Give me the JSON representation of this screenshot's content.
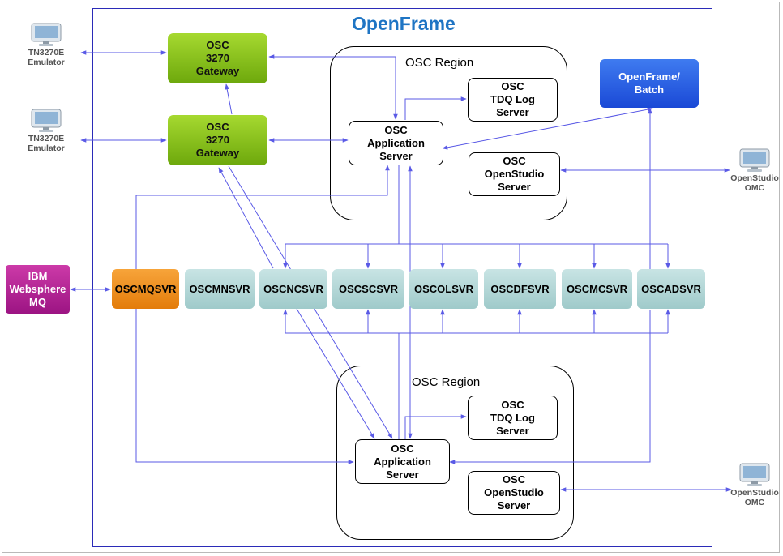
{
  "title": "OpenFrame",
  "region_top": {
    "title": "OSC Region"
  },
  "region_bottom": {
    "title": "OSC Region"
  },
  "gateway_top": "OSC\n3270\nGateway",
  "gateway_mid": "OSC\n3270\nGateway",
  "app_server_top": "OSC\nApplication\nServer",
  "app_server_bottom": "OSC\nApplication\nServer",
  "tdq_top": "OSC\nTDQ Log\nServer",
  "tdq_bottom": "OSC\nTDQ Log\nServer",
  "openstudio_top": "OSC\nOpenStudio\nServer",
  "openstudio_bottom": "OSC\nOpenStudio\nServer",
  "batch": "OpenFrame/\nBatch",
  "ibm_mq": "IBM\nWebsphere\nMQ",
  "servers": [
    "OSCMQSVR",
    "OSCMNSVR",
    "OSCNCSVR",
    "OSCSCSVR",
    "OSCOLSVR",
    "OSCDFSVR",
    "OSCMCSVR",
    "OSCADSVR"
  ],
  "terminals": {
    "tn_top": "TN3270E\nEmulator",
    "tn_mid": "TN3270E\nEmulator",
    "omc_top": "OpenStudio\nOMC",
    "omc_bottom": "OpenStudio\nOMC"
  },
  "colors": {
    "arrow": "#5a5ae6",
    "frame": "#2b2bb8",
    "title": "#1f75c4",
    "gateway": "#8cc21f",
    "batch": "#2858e6",
    "mq": "#b0268f",
    "mqsvr": "#ef8f1c",
    "svr": "#b5d8d8"
  }
}
